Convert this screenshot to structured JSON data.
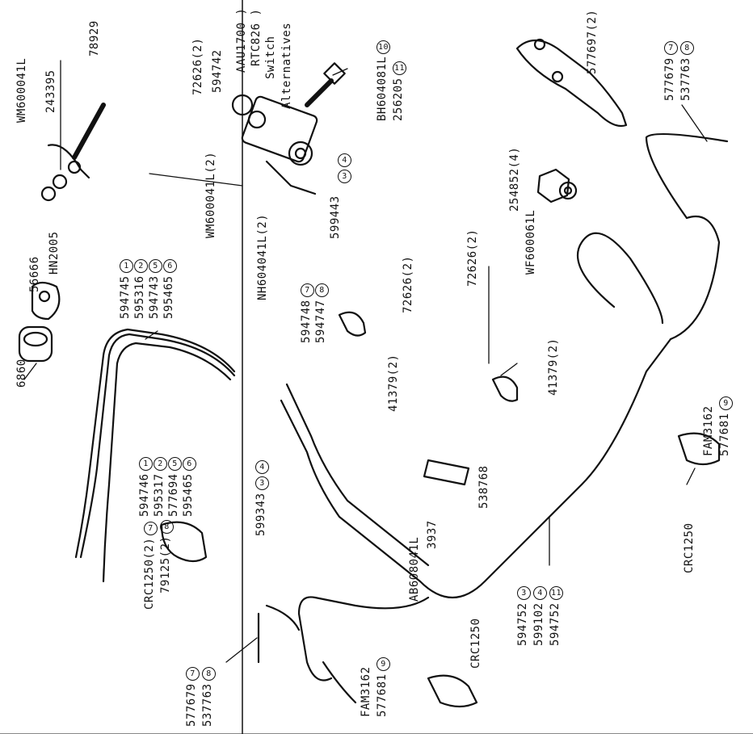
{
  "labels": [
    {
      "id": "l-6860",
      "text": "6860"
    },
    {
      "id": "l-56666",
      "text": "56666"
    },
    {
      "id": "l-hn2005",
      "text": "HN2005"
    },
    {
      "id": "l-wm600041l",
      "text": "WM600041L"
    },
    {
      "id": "l-243395",
      "text": "243395"
    },
    {
      "id": "l-78929",
      "text": "78929"
    },
    {
      "id": "l-594745",
      "text": "594745",
      "num": "1"
    },
    {
      "id": "l-595316",
      "text": "595316",
      "num": "2"
    },
    {
      "id": "l-594743",
      "text": "594743",
      "num": "5"
    },
    {
      "id": "l-595465a",
      "text": "595465",
      "num": "6"
    },
    {
      "id": "l-594746",
      "text": "594746",
      "num": "1"
    },
    {
      "id": "l-595317",
      "text": "595317",
      "num": "2"
    },
    {
      "id": "l-577694",
      "text": "577694",
      "num": "5"
    },
    {
      "id": "l-595465b",
      "text": "595465",
      "num": "6"
    },
    {
      "id": "l-crc1250-2",
      "text": "CRC1250(2)",
      "num": "7"
    },
    {
      "id": "l-79125-2",
      "text": "79125(2)",
      "num": "8"
    },
    {
      "id": "l-577679a",
      "text": "577679",
      "num": "7"
    },
    {
      "id": "l-537763a",
      "text": "537763",
      "num": "8"
    },
    {
      "id": "l-fam3162a",
      "text": "FAM3162"
    },
    {
      "id": "l-577681a",
      "text": "577681",
      "num": "9"
    },
    {
      "id": "l-crc1250b",
      "text": "CRC1250"
    },
    {
      "id": "l-594752a",
      "text": "594752",
      "num": "3"
    },
    {
      "id": "l-599102",
      "text": "599102",
      "num": "4"
    },
    {
      "id": "l-594752b",
      "text": "594752",
      "num": "11"
    },
    {
      "id": "l-crc1250c",
      "text": "CRC1250"
    },
    {
      "id": "l-fam3162b",
      "text": "FAM3162"
    },
    {
      "id": "l-577681b",
      "text": "577681",
      "num": "9"
    },
    {
      "id": "l-577679b",
      "text": "577679",
      "num": "7"
    },
    {
      "id": "l-537763b",
      "text": "537763",
      "num": "8"
    },
    {
      "id": "l-577697",
      "text": "577697(2)"
    },
    {
      "id": "l-254852",
      "text": "254852(4)"
    },
    {
      "id": "l-wf600061l",
      "text": "WF600061L"
    },
    {
      "id": "l-bh604081l",
      "text": "BH604081L",
      "num": "10"
    },
    {
      "id": "l-256205",
      "text": "256205",
      "num": "11"
    },
    {
      "id": "l-aau1700",
      "text": "AAU1700 )"
    },
    {
      "id": "l-rtc826",
      "text": "RTC826  )"
    },
    {
      "id": "l-switch",
      "text": "Switch"
    },
    {
      "id": "l-alternatives",
      "text": "Alternatives"
    },
    {
      "id": "l-594742",
      "text": "594742"
    },
    {
      "id": "l-72626-2a",
      "text": "72626(2)"
    },
    {
      "id": "l-wm600041l-2",
      "text": "WM600041L(2)"
    },
    {
      "id": "l-599443",
      "text": "599443"
    },
    {
      "id": "l-599443-34",
      "text": "",
      "nums": [
        "3",
        "4"
      ]
    },
    {
      "id": "l-nh604041l",
      "text": "NH604041L(2)"
    },
    {
      "id": "l-594748",
      "text": "594748",
      "num": "7"
    },
    {
      "id": "l-594747",
      "text": "594747",
      "num": "8"
    },
    {
      "id": "l-72626-2b",
      "text": "72626(2)"
    },
    {
      "id": "l-41379-2a",
      "text": "41379(2)"
    },
    {
      "id": "l-599343",
      "text": "599343",
      "nums": [
        "3",
        "4"
      ]
    },
    {
      "id": "l-72626-2c",
      "text": "72626(2)"
    },
    {
      "id": "l-41379-2b",
      "text": "41379(2)"
    },
    {
      "id": "l-538768",
      "text": "538768"
    },
    {
      "id": "l-ab608041l",
      "text": "AB608041L"
    },
    {
      "id": "l-3937",
      "text": "3937"
    }
  ]
}
